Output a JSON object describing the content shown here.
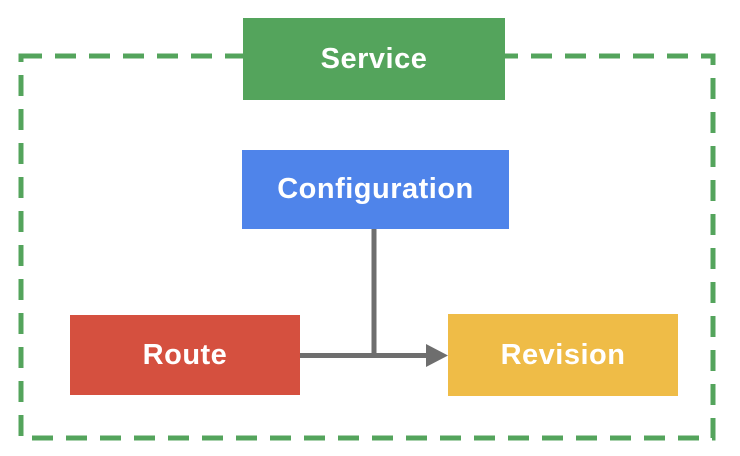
{
  "colors": {
    "boundary": "#54A45C",
    "connector": "#6E6E6E",
    "text": "#FFFFFF"
  },
  "nodes": {
    "service": {
      "label": "Service",
      "color": "#54A45C"
    },
    "configuration": {
      "label": "Configuration",
      "color": "#4F84EA"
    },
    "route": {
      "label": "Route",
      "color": "#D5503F"
    },
    "revision": {
      "label": "Revision",
      "color": "#EFBC47"
    }
  },
  "edges": [
    {
      "from": "configuration",
      "to": "revision",
      "style": "solid-elbow"
    },
    {
      "from": "route",
      "to": "revision",
      "style": "solid-arrow"
    }
  ],
  "boundary": {
    "style": "dashed",
    "encloses": "configuration, route, revision; service straddles top edge"
  }
}
